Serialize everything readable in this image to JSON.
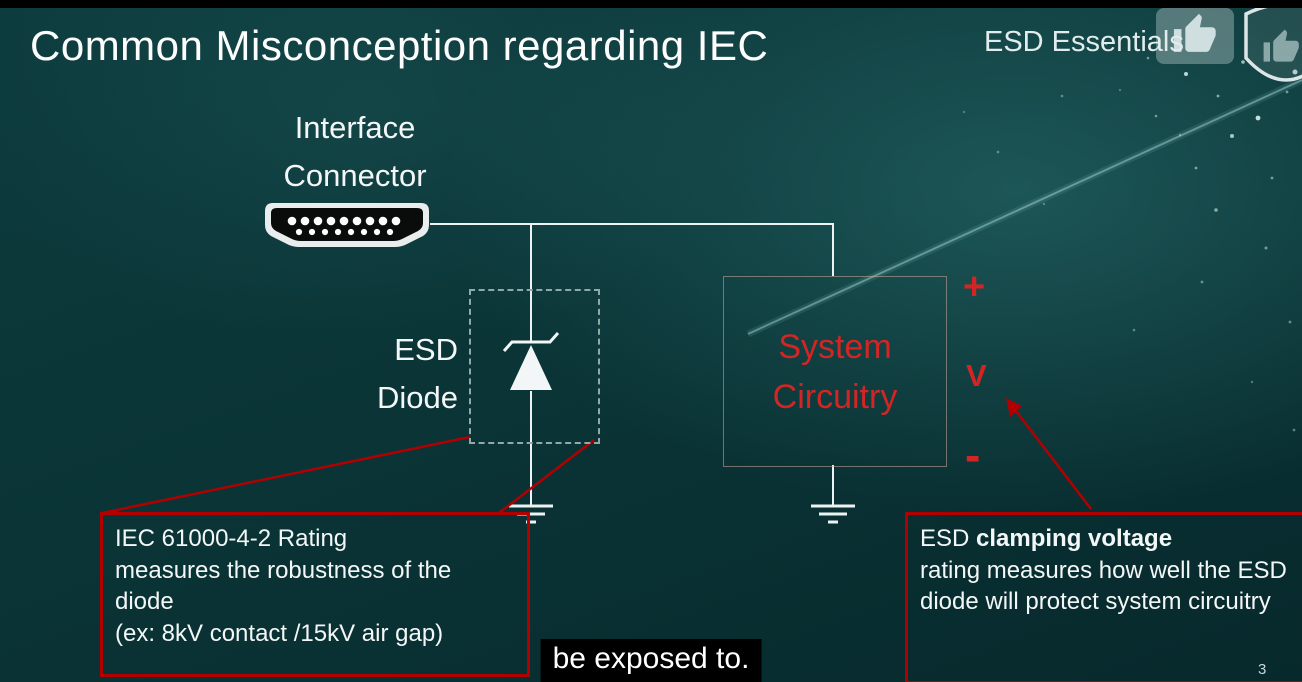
{
  "header": {
    "title": "Common Misconception regarding IEC",
    "brand": "ESD Essentials"
  },
  "diagram": {
    "connector_label": [
      "Interface",
      "Connector"
    ],
    "diode_label": [
      "ESD",
      "Diode"
    ],
    "system_label": [
      "System",
      "Circuitry"
    ],
    "polarity_plus": "+",
    "voltage": "V",
    "polarity_minus": "-"
  },
  "callouts": {
    "iec": {
      "line1": "IEC 61000-4-2 Rating",
      "line2": "measures the robustness of the diode",
      "line3": "(ex: 8kV contact /15kV air gap)"
    },
    "clamping": {
      "prefix": "ESD ",
      "bold": "clamping voltage",
      "rest": "rating measures how well the ESD diode will protect system circuitry"
    }
  },
  "caption": "be exposed to.",
  "page_number": "3",
  "icons": {
    "thumbs_up": "thumbs-up-icon",
    "shield": "shield-icon",
    "hdmi_connector": "hdmi-connector-icon",
    "ground": "ground-icon",
    "tvs_diode": "tvs-diode-icon",
    "clamping_arrow": "clamping-arrow-icon"
  },
  "colors": {
    "accent_red": "#b20000",
    "diagram_red_text": "#d42525",
    "background_teal": "#0a3335",
    "caption_bg": "#000000",
    "text_white": "#f4f7f7"
  }
}
